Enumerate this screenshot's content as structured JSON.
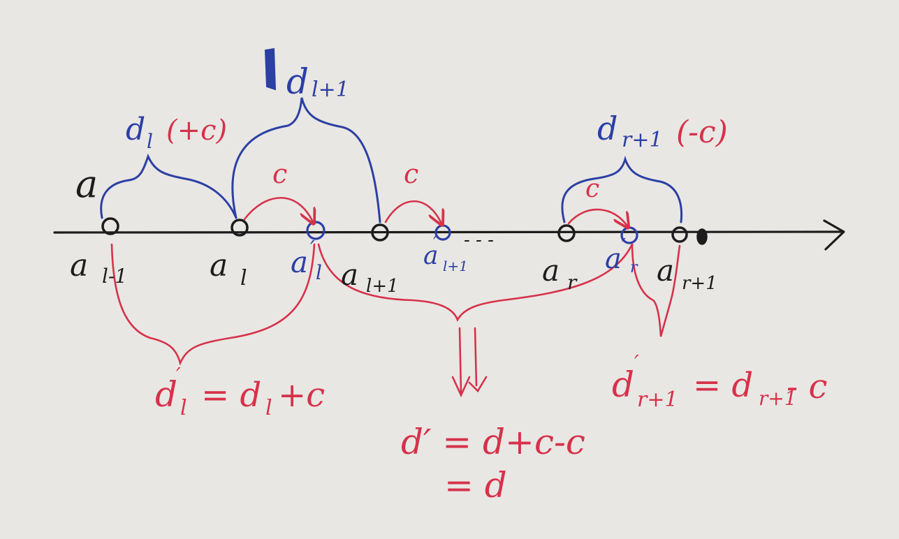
{
  "colors": {
    "paper": "#e9e7e4",
    "ink_black": "#1c1c1c",
    "ink_blue": "#2c3fa4",
    "ink_red": "#d6324a"
  },
  "points": {
    "a_l_minus_1": "a",
    "a_l_minus_1_sub": "l-1",
    "a_l": "a",
    "a_l_sub": "l",
    "a_l_prime": "a",
    "a_l_prime_sub": "l",
    "a_l_plus_1": "a",
    "a_l_plus_1_sub": "l+1",
    "a_l_plus_1_prime": "a",
    "a_l_plus_1_prime_sub": "l+1",
    "a_r": "a",
    "a_r_sub": "r",
    "a_r_prime": "a",
    "a_r_prime_sub": "r",
    "a_r_plus_1": "a",
    "a_r_plus_1_sub": "r+1",
    "stray_a": "a",
    "prime_mark": "′",
    "ellipsis": "- - -"
  },
  "blue_labels": {
    "d_l": "d",
    "d_l_sub": "l",
    "d_l_plus_1": "d",
    "d_l_plus_1_sub": "l+1",
    "d_r_plus_1": "d",
    "d_r_plus_1_sub": "r+1"
  },
  "red_labels": {
    "plus_c": "(+c)",
    "minus_c": "(-c)",
    "shift_c": "c",
    "eq_left_lhs": "d",
    "eq_left_sub": "l",
    "eq_left_rhs": "= d",
    "eq_left_rhs_sub": "l",
    "eq_left_tail": "+c",
    "eq_mid_line1": "d′ = d+c-c",
    "eq_mid_line2": "= d",
    "eq_right_lhs": "d",
    "eq_right_sub": "r+1",
    "eq_right_rhs": "= d",
    "eq_right_rhs_sub": "r+1",
    "eq_right_tail": "- c"
  }
}
